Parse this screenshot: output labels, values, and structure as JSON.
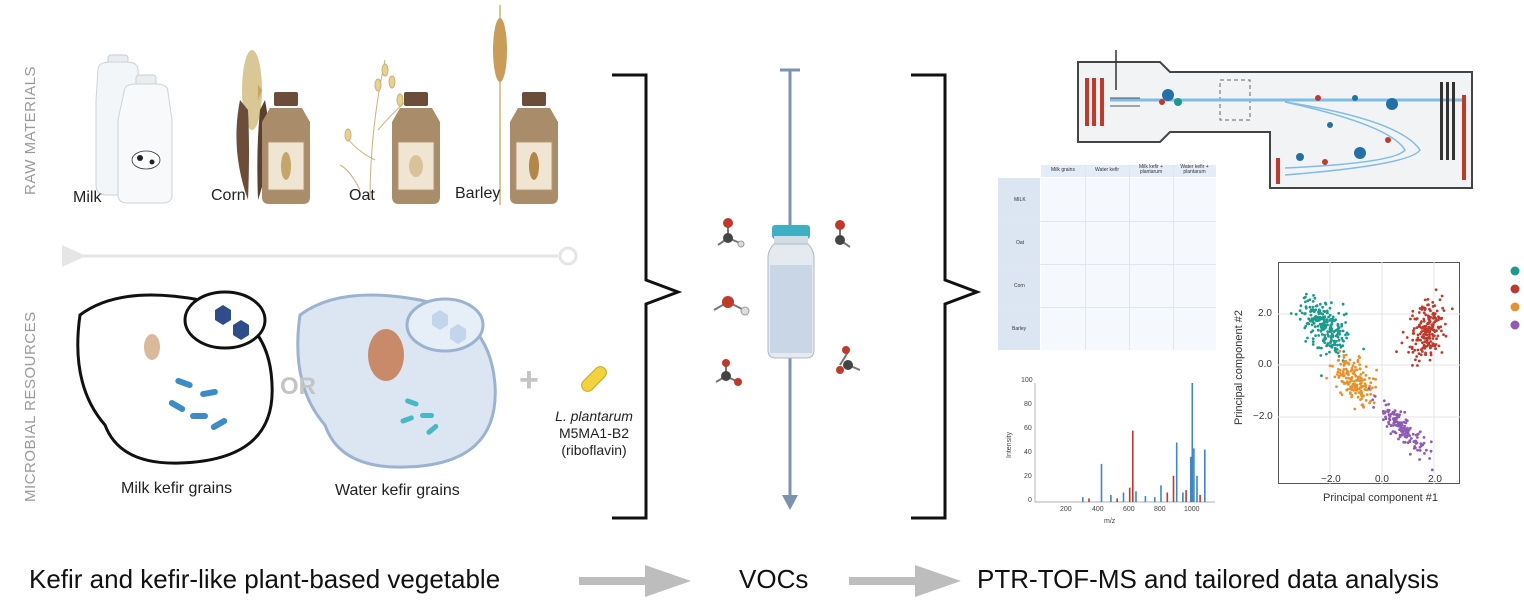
{
  "side_labels": {
    "raw_materials": "RAW MATERIALS",
    "microbial_resources": "MICROBIAL RESOURCES"
  },
  "raw_materials": [
    "Milk",
    "Corn",
    "Oat",
    "Barley"
  ],
  "microbial": {
    "milk_kefir": "Milk kefir grains",
    "or": "OR",
    "water_kefir": "Water kefir grains",
    "plus": "+",
    "strain_name": "L. plantarum",
    "strain_code": "M5MA1-B2",
    "strain_note": "(riboflavin)"
  },
  "table": {
    "columns": [
      "Milk grains",
      "Water kefir",
      "Milk kefir + plantarum",
      "Water kefir + plantarum"
    ],
    "rows": [
      "MILK",
      "Oat",
      "Corn",
      "Barley"
    ]
  },
  "spectrum": {
    "xlabel": "m/z",
    "ylabel": "Intensity",
    "xticks": [
      "200",
      "400",
      "600",
      "800",
      "1000"
    ],
    "yticks": [
      "100",
      "80",
      "60",
      "40",
      "20",
      "0"
    ]
  },
  "pca": {
    "xlabel": "Principal component #1",
    "ylabel": "Principal component #2",
    "xticks": [
      "−2.0",
      "0.0",
      "2.0"
    ],
    "yticks": [
      "2.0",
      "0.0",
      "−2.0"
    ]
  },
  "colors": {
    "teal": "#1a9b8c",
    "red": "#c0392b",
    "orange": "#e8922d",
    "purple": "#8e5bb5",
    "blue": "#3f86c6",
    "bar_red": "#c0392b"
  },
  "bottom": {
    "left": "Kefir and kefir-like plant-based vegetable",
    "middle": "VOCs",
    "right": "PTR-TOF-MS and tailored data analysis"
  }
}
